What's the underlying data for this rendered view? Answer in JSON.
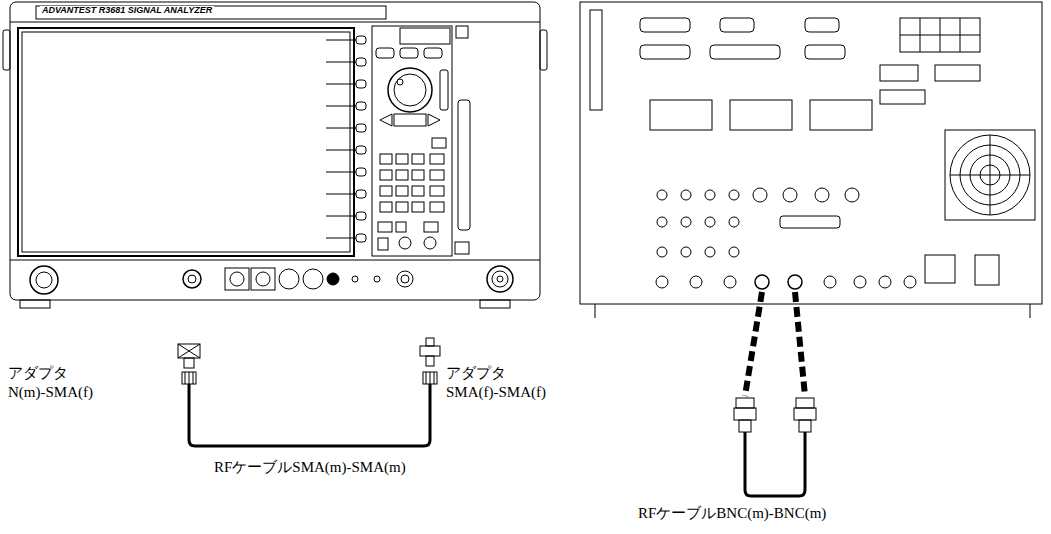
{
  "diagram": {
    "labels": [
      "アダプタ N(m)-SMA(f)",
      "アダプタ SMA(f)-SMA(f)",
      "RFケーブルSMA(m)-SMA(m)",
      "RFケーブルBNC(m)-BNC(m)",
      "ADVANTEST R3681 SIGNAL ANALYZER"
    ]
  }
}
